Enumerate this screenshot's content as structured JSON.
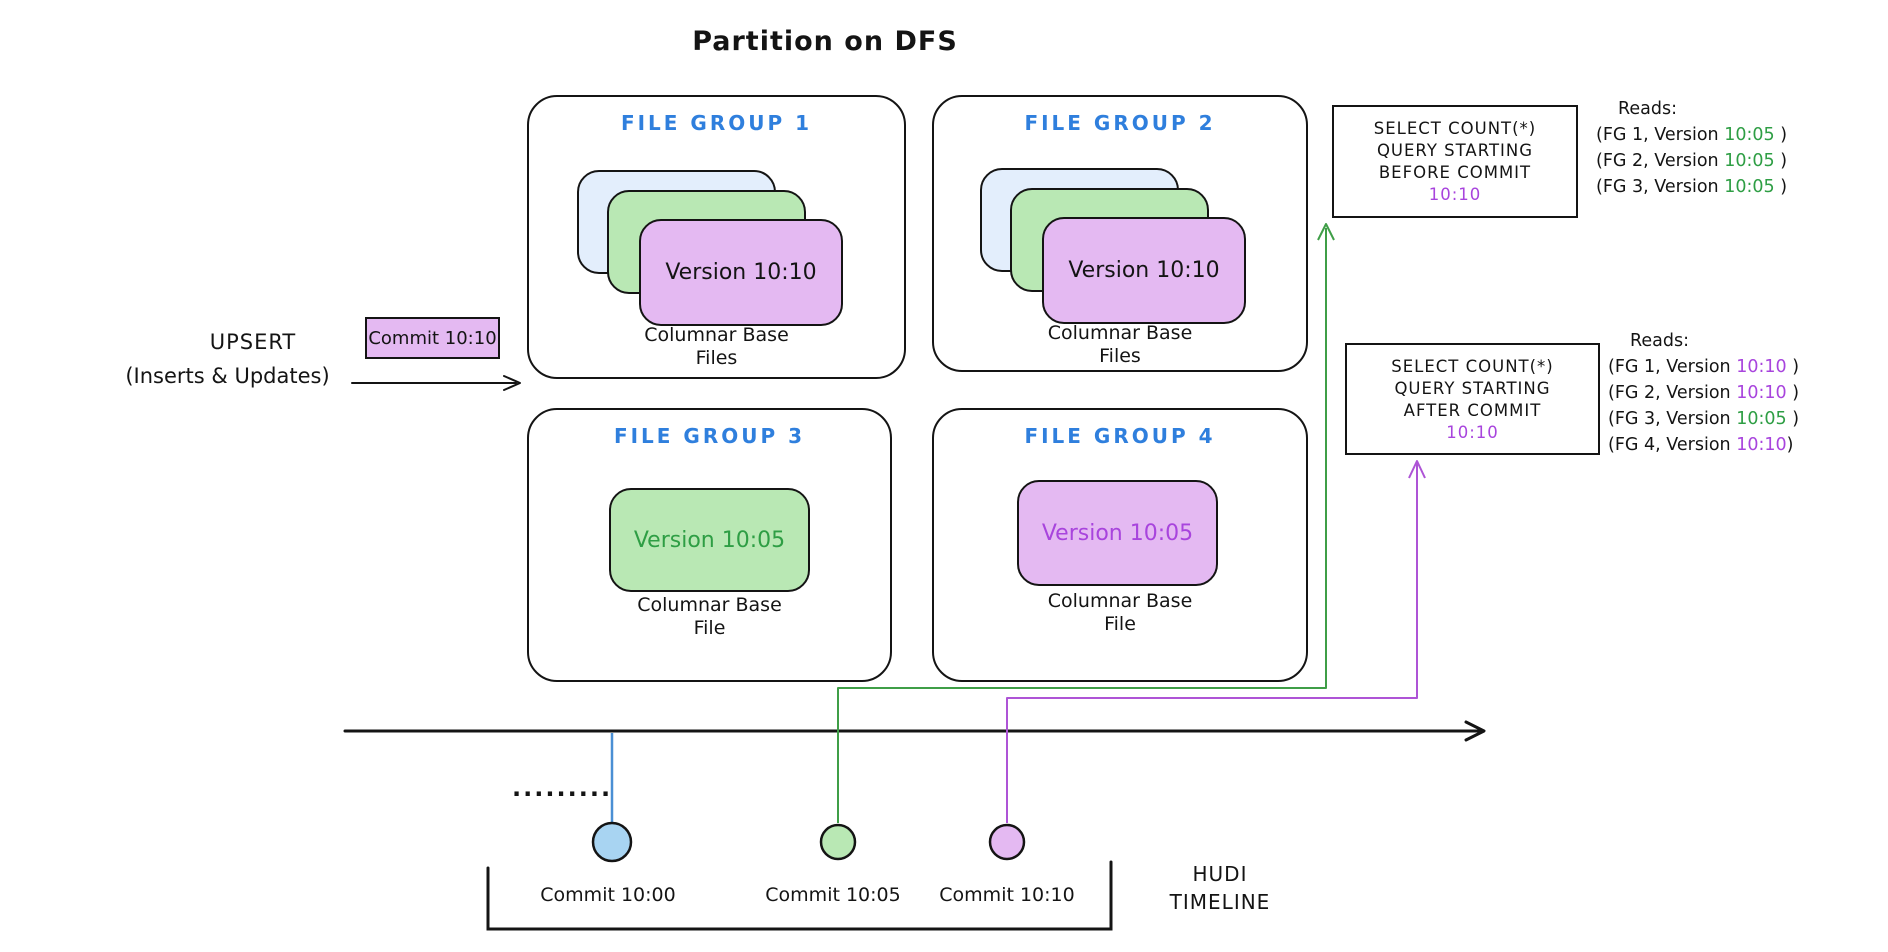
{
  "title": "Partition on DFS",
  "colors": {
    "ink": "#141414",
    "blue_title": "#2f7fdd",
    "card_blue": "#e3eefc",
    "card_green": "#b9e8b4",
    "card_purple": "#e4b9f2",
    "dot_blue": "#a8d4f2",
    "line_blue": "#4a8fd4",
    "line_green": "#3f9e47",
    "line_purple": "#ae54d6",
    "text_green": "#2e9e44",
    "text_purple": "#a844dd"
  },
  "upsert": {
    "line1": "UPSERT",
    "line2": "(Inserts & Updates)"
  },
  "commit_badge": "Commit 10:10",
  "file_groups": [
    {
      "title": "FILE GROUP 1",
      "version_label": "Version 10:10",
      "caption_line1": "Columnar Base",
      "caption_line2": "Files"
    },
    {
      "title": "FILE GROUP 2",
      "version_label": "Version 10:10",
      "caption_line1": "Columnar Base",
      "caption_line2": "Files"
    },
    {
      "title": "FILE GROUP 3",
      "version_label": "Version 10:05",
      "caption_line1": "Columnar Base",
      "caption_line2": "File"
    },
    {
      "title": "FILE GROUP 4",
      "version_label": "Version 10:05",
      "caption_line1": "Columnar Base",
      "caption_line2": "File"
    }
  ],
  "query_boxes": [
    {
      "lines": [
        "SELECT COUNT(*)",
        "QUERY STARTING",
        "BEFORE COMMIT"
      ],
      "highlight": "10:10",
      "highlight_color": "purple"
    },
    {
      "lines": [
        "SELECT COUNT(*)",
        "QUERY STARTING",
        "AFTER COMMIT"
      ],
      "highlight": "10:10",
      "highlight_color": "purple"
    }
  ],
  "reads": [
    {
      "header": "Reads:",
      "items": [
        {
          "prefix": "(FG 1, Version ",
          "time": "10:05",
          "suffix": " )",
          "color": "green"
        },
        {
          "prefix": "(FG 2, Version ",
          "time": "10:05",
          "suffix": " )",
          "color": "green"
        },
        {
          "prefix": "(FG 3, Version ",
          "time": "10:05",
          "suffix": " )",
          "color": "green"
        }
      ]
    },
    {
      "header": "Reads:",
      "items": [
        {
          "prefix": "(FG 1, Version ",
          "time": "10:10",
          "suffix": " )",
          "color": "purple"
        },
        {
          "prefix": "(FG 2, Version ",
          "time": "10:10",
          "suffix": " )",
          "color": "purple"
        },
        {
          "prefix": "(FG 3, Version ",
          "time": "10:05",
          "suffix": " )",
          "color": "green"
        },
        {
          "prefix": "(FG 4, Version ",
          "time": "10:10",
          "suffix": ")",
          "color": "purple"
        }
      ]
    }
  ],
  "timeline": {
    "dots": ".........",
    "commits": [
      {
        "label": "Commit 10:00",
        "color": "blue"
      },
      {
        "label": "Commit 10:05",
        "color": "green"
      },
      {
        "label": "Commit 10:10",
        "color": "purple"
      }
    ],
    "caption_line1": "HUDI",
    "caption_line2": "TIMELINE"
  }
}
